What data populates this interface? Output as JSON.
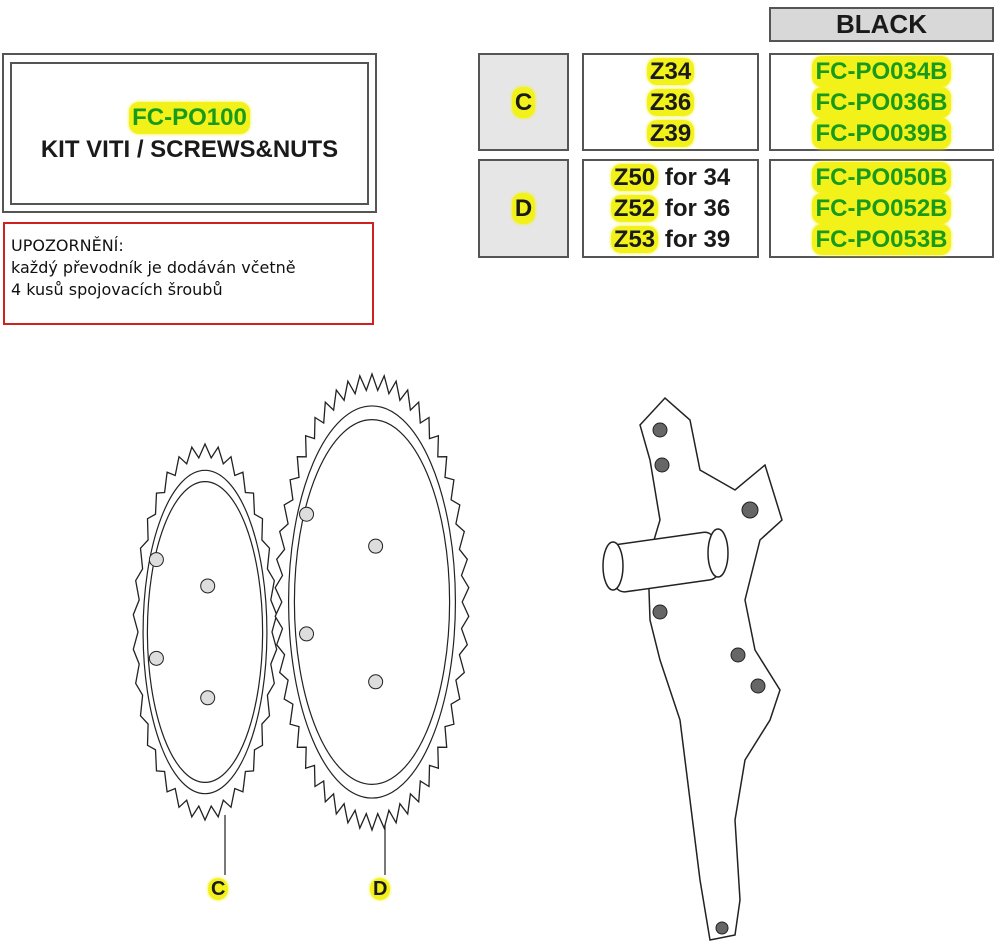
{
  "table": {
    "color_header": "BLACK",
    "rows": [
      {
        "group": "C",
        "sizes": [
          {
            "z": "Z34",
            "note": ""
          },
          {
            "z": "Z36",
            "note": ""
          },
          {
            "z": "Z39",
            "note": ""
          }
        ],
        "codes": [
          "FC-PO034B",
          "FC-PO036B",
          "FC-PO039B"
        ]
      },
      {
        "group": "D",
        "sizes": [
          {
            "z": "Z50",
            "note": "for 34"
          },
          {
            "z": "Z52",
            "note": "for 36"
          },
          {
            "z": "Z53",
            "note": "for 39"
          }
        ],
        "codes": [
          "FC-PO050B",
          "FC-PO052B",
          "FC-PO053B"
        ]
      }
    ]
  },
  "kit": {
    "code": "FC-PO100",
    "title": "KIT VITI / SCREWS&NUTS"
  },
  "warning": {
    "heading": "UPOZORNĚNÍ:",
    "line1": "každý převodník je dodáván včetně",
    "line2": "4 kusů spojovacích šroubů"
  },
  "diagram": {
    "label_c": "C",
    "label_d": "D"
  },
  "colors": {
    "highlight": "#f2f21a",
    "code_green": "#1a9a1a",
    "warning_border": "#d02020"
  }
}
